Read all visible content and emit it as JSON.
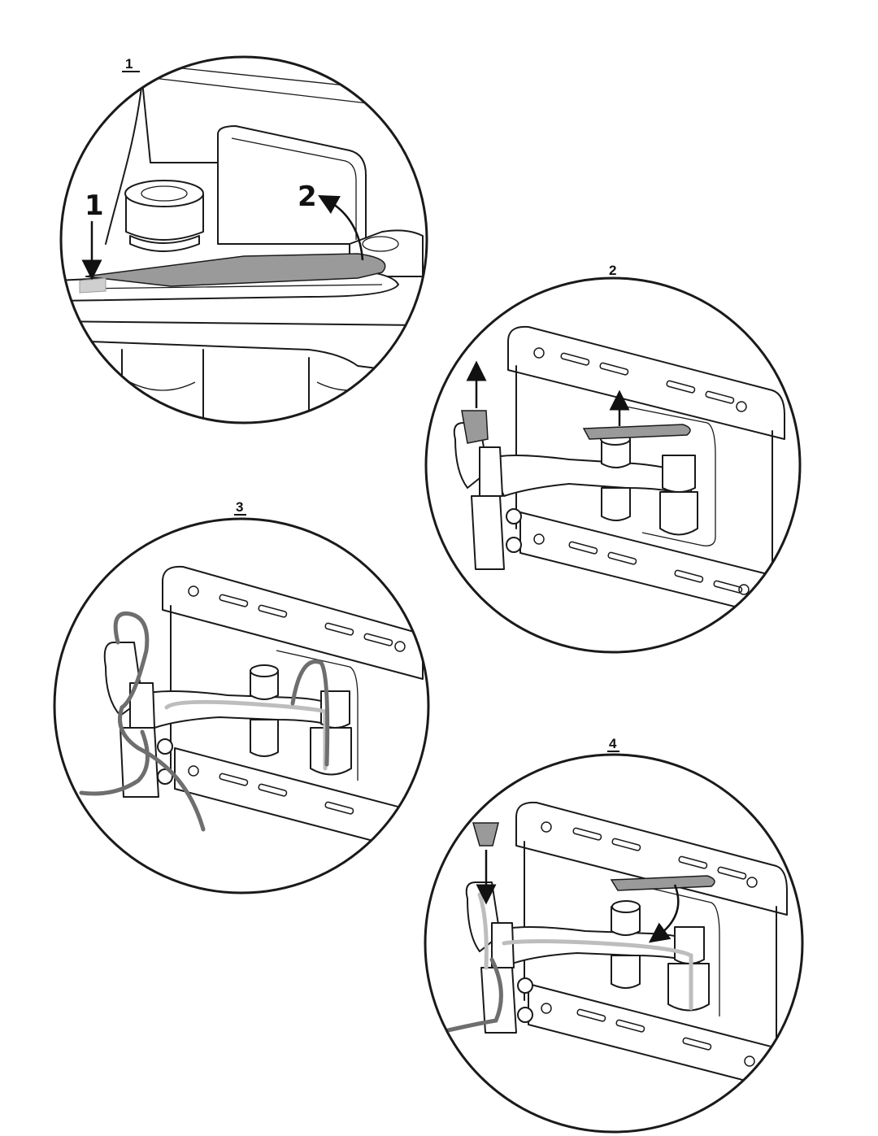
{
  "steps": [
    {
      "number": "1",
      "callouts": [
        "1",
        "2"
      ]
    },
    {
      "number": "2"
    },
    {
      "number": "3"
    },
    {
      "number": "4"
    }
  ]
}
